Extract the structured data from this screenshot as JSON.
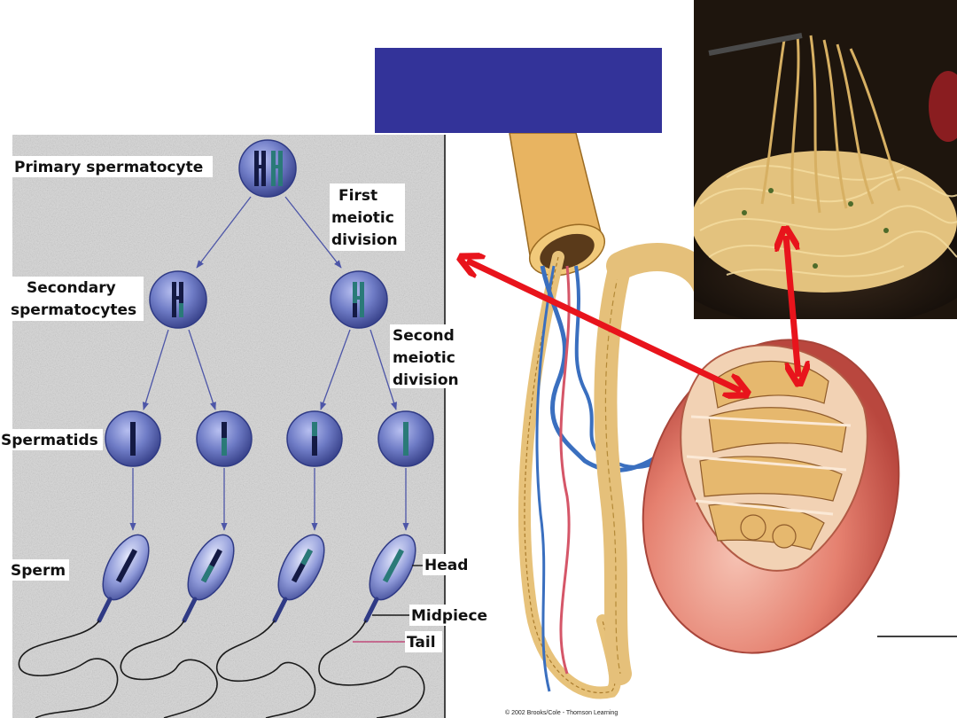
{
  "slide": {
    "title_box_text": "",
    "bottom_rule": true
  },
  "spermatogenesis": {
    "labels": {
      "primary": "Primary spermatocyte",
      "first_div": [
        "First",
        "meiotic",
        "division"
      ],
      "secondary": [
        "Secondary",
        "spermatocytes"
      ],
      "second_div": [
        "Second",
        "meiotic",
        "division"
      ],
      "spermatids": "Spermatids",
      "sperm": "Sperm",
      "head": "Head",
      "midpiece": "Midpiece",
      "tail": "Tail"
    }
  },
  "testis": {
    "credit": "© 2002 Brooks/Cole - Thomson Learning"
  },
  "photo": {
    "subject": "spaghetti"
  },
  "colors": {
    "title_box": "#333399",
    "arrow": "#e8141c",
    "cell": "#5c6ab8",
    "stipple_bg": "#d4d4d4"
  }
}
